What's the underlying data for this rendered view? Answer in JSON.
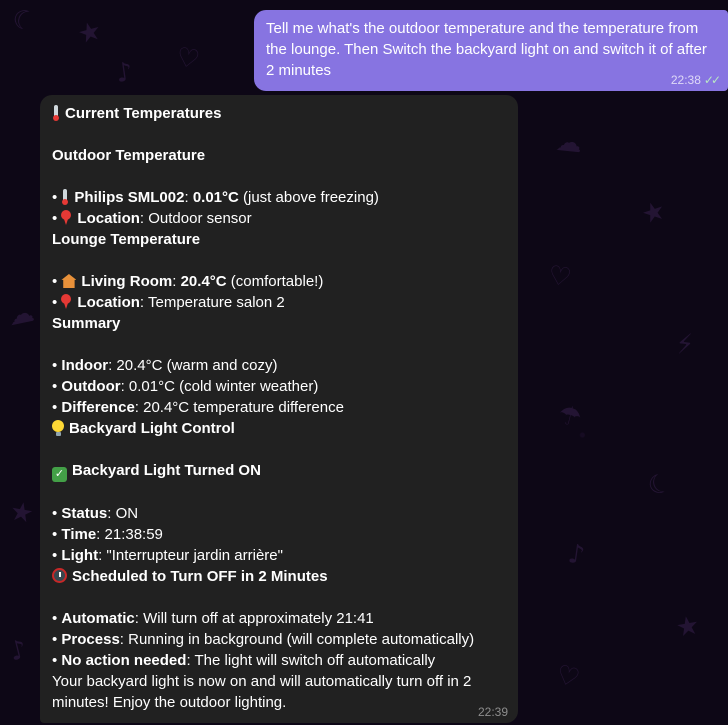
{
  "colors": {
    "outgoing_bubble": "#8774e1",
    "incoming_bubble": "#212121",
    "background": "#0d0716",
    "timestamp_incoming": "#8d8d8d"
  },
  "user_message": {
    "text": "Tell me what's the outdoor temperature and the temperature from the lounge. Then Switch the backyard light on and switch it of after 2 minutes",
    "time": "22:38",
    "read_receipt": "✓✓"
  },
  "bot_message": {
    "time": "22:39",
    "lines": [
      [
        {
          "icon": "thermometer"
        },
        {
          "t": "Current Temperatures",
          "b": true
        }
      ],
      [],
      [
        {
          "t": "Outdoor Temperature",
          "b": true
        }
      ],
      [],
      [
        {
          "t": "• ",
          "b": false
        },
        {
          "icon": "thermometer"
        },
        {
          "t": "Philips SML002",
          "b": true
        },
        {
          "t": ": ",
          "b": false
        },
        {
          "t": "0.01°C",
          "b": true
        },
        {
          "t": " (just above freezing)",
          "b": false
        }
      ],
      [
        {
          "t": "• ",
          "b": false
        },
        {
          "icon": "pin"
        },
        {
          "t": "Location",
          "b": true
        },
        {
          "t": ": Outdoor sensor",
          "b": false
        }
      ],
      [
        {
          "t": "Lounge Temperature",
          "b": true
        }
      ],
      [],
      [
        {
          "t": "• ",
          "b": false
        },
        {
          "icon": "house"
        },
        {
          "t": "Living Room",
          "b": true
        },
        {
          "t": ": ",
          "b": false
        },
        {
          "t": "20.4°C",
          "b": true
        },
        {
          "t": " (comfortable!)",
          "b": false
        }
      ],
      [
        {
          "t": "• ",
          "b": false
        },
        {
          "icon": "pin"
        },
        {
          "t": "Location",
          "b": true
        },
        {
          "t": ": Temperature salon 2",
          "b": false
        }
      ],
      [
        {
          "t": "Summary",
          "b": true
        }
      ],
      [],
      [
        {
          "t": "• ",
          "b": false
        },
        {
          "t": "Indoor",
          "b": true
        },
        {
          "t": ": 20.4°C (warm and cozy)",
          "b": false
        }
      ],
      [
        {
          "t": "• ",
          "b": false
        },
        {
          "t": "Outdoor",
          "b": true
        },
        {
          "t": ": 0.01°C (cold winter weather)",
          "b": false
        }
      ],
      [
        {
          "t": "• ",
          "b": false
        },
        {
          "t": "Difference",
          "b": true
        },
        {
          "t": ": 20.4°C temperature difference",
          "b": false
        }
      ],
      [
        {
          "icon": "bulb"
        },
        {
          "t": "Backyard Light Control",
          "b": true
        }
      ],
      [],
      [
        {
          "icon": "check"
        },
        {
          "t": "Backyard Light Turned ON",
          "b": true
        }
      ],
      [],
      [
        {
          "t": "• ",
          "b": false
        },
        {
          "t": "Status",
          "b": true
        },
        {
          "t": ": ON",
          "b": false
        }
      ],
      [
        {
          "t": "• ",
          "b": false
        },
        {
          "t": "Time",
          "b": true
        },
        {
          "t": ": 21:38:59",
          "b": false
        }
      ],
      [
        {
          "t": "• ",
          "b": false
        },
        {
          "t": "Light",
          "b": true
        },
        {
          "t": ": \"Interrupteur jardin arrière\"",
          "b": false
        }
      ],
      [
        {
          "icon": "timer"
        },
        {
          "t": "Scheduled to Turn OFF in 2 Minutes",
          "b": true
        }
      ],
      [],
      [
        {
          "t": "• ",
          "b": false
        },
        {
          "t": "Automatic",
          "b": true
        },
        {
          "t": ": Will turn off at approximately 21:41",
          "b": false
        }
      ],
      [
        {
          "t": "• ",
          "b": false
        },
        {
          "t": "Process",
          "b": true
        },
        {
          "t": ": Running in background (will complete automatically)",
          "b": false
        }
      ],
      [
        {
          "t": "• ",
          "b": false
        },
        {
          "t": "No action needed",
          "b": true
        },
        {
          "t": ": The light will switch off automatically",
          "b": false
        }
      ],
      [
        {
          "t": "Your backyard light is now on and will automatically turn off in 2 minutes! Enjoy the outdoor lighting.",
          "b": false
        }
      ]
    ]
  }
}
